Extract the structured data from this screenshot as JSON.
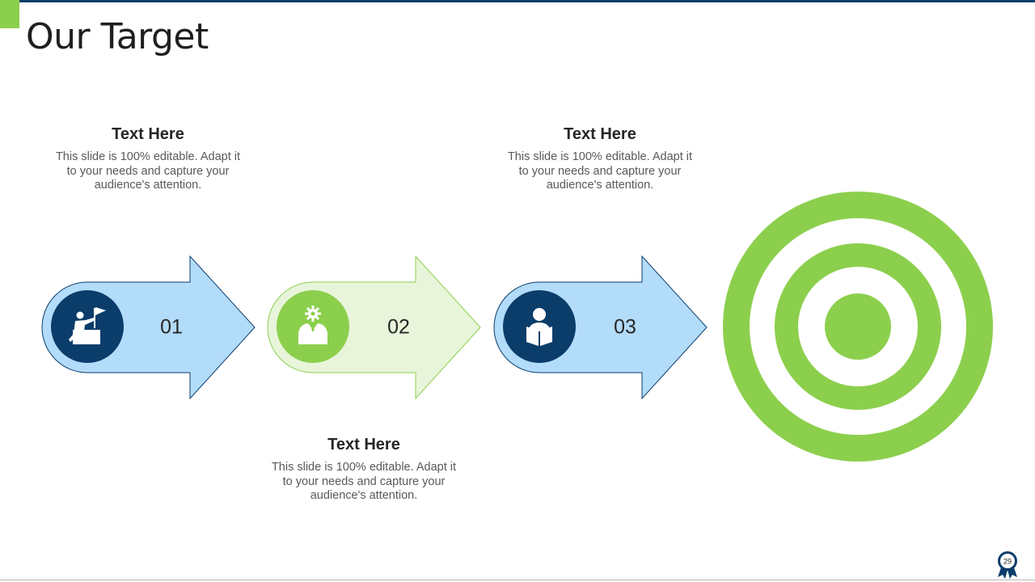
{
  "slide": {
    "title": "Our Target",
    "page_number": "29"
  },
  "steps": [
    {
      "number": "01",
      "icon": "climber-flag-icon",
      "heading": "Text Here",
      "body": "This slide is 100% editable. Adapt it to your needs and capture your audience's attention."
    },
    {
      "number": "02",
      "icon": "businessman-gear-icon",
      "heading": "Text Here",
      "body": "This slide is 100% editable. Adapt it to your needs and capture your audience's attention."
    },
    {
      "number": "03",
      "icon": "reader-book-icon",
      "heading": "Text Here",
      "body": "This slide is 100% editable. Adapt it to your needs and capture your audience's attention."
    }
  ],
  "colors": {
    "navy": "#0b3d6b",
    "green": "#8ccf4d",
    "light_blue": "#b3dcfb",
    "light_green": "#e8f5da",
    "text_dark": "#262626",
    "text_muted": "#595959"
  }
}
